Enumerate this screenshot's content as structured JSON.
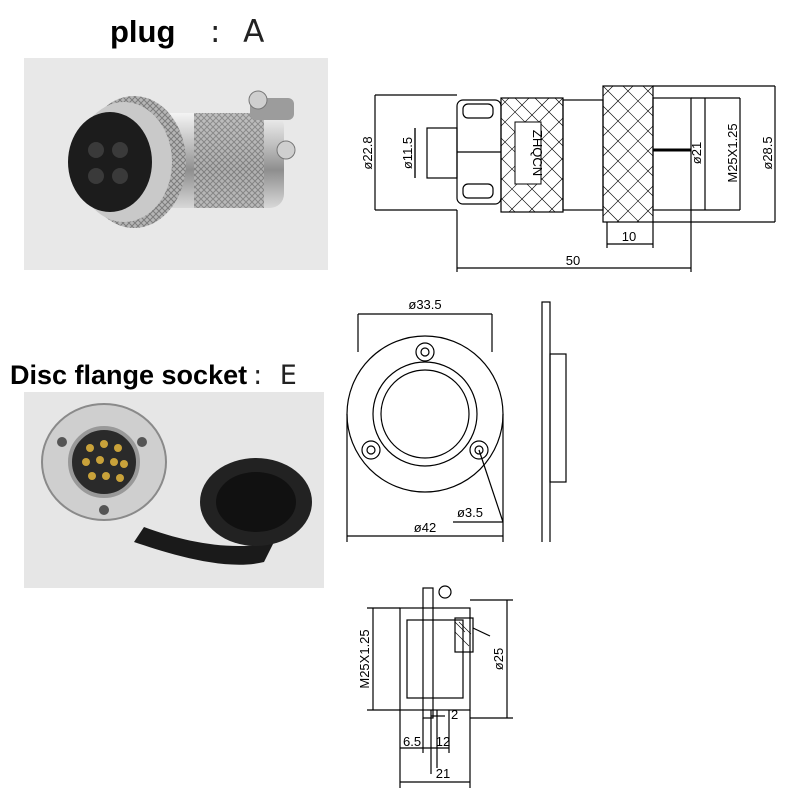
{
  "plug_section": {
    "name": "plug",
    "separator": ":",
    "code": "A"
  },
  "socket_section": {
    "name": "Disc flange socket",
    "separator": ":",
    "code": "E"
  },
  "plug_dims": {
    "dia_body": "ø22.8",
    "dia_cable": "ø11.5",
    "dia_inner": "ø21",
    "thread": "M25X1.25",
    "dia_nut": "ø28.5",
    "nut_len": "10",
    "total_len": "50",
    "brand": "ZHQCN"
  },
  "flange_dims": {
    "dia_hole_spacing": "ø33.5",
    "dia_mount_hole": "ø3.5",
    "dia_flange": "ø42"
  },
  "socket_side_dims": {
    "thread": "M25X1.25",
    "dia_body": "ø25",
    "dim_2": "2",
    "dim_6_5": "6.5",
    "dim_12": "12",
    "dim_21": "21"
  }
}
